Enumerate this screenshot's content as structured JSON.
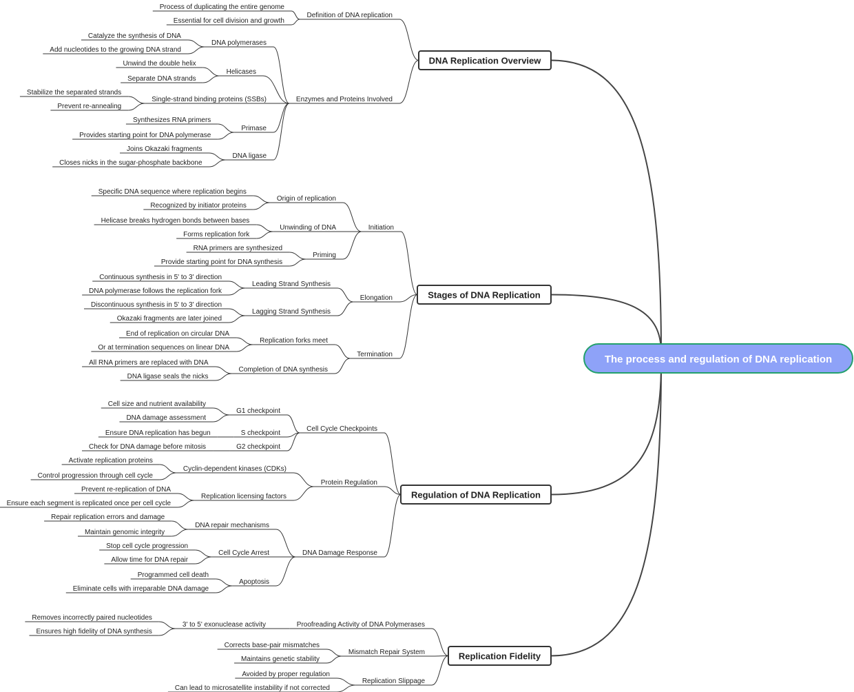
{
  "root": {
    "label": "The process and regulation of DNA replication",
    "fill": "#8ea2f8",
    "border": "#22a06b"
  },
  "branches": [
    {
      "label": "DNA Replication Overview",
      "children": [
        {
          "label": "Definition of DNA replication",
          "children": [
            {
              "label": "Process of duplicating the entire genome"
            },
            {
              "label": "Essential for cell division and growth"
            }
          ]
        },
        {
          "label": "Enzymes and Proteins Involved",
          "children": [
            {
              "label": "DNA polymerases",
              "children": [
                {
                  "label": "Catalyze the synthesis of DNA"
                },
                {
                  "label": "Add nucleotides to the growing DNA strand"
                }
              ]
            },
            {
              "label": "Helicases",
              "children": [
                {
                  "label": "Unwind the double helix"
                },
                {
                  "label": "Separate DNA strands"
                }
              ]
            },
            {
              "label": "Single-strand binding proteins (SSBs)",
              "children": [
                {
                  "label": "Stabilize the separated strands"
                },
                {
                  "label": "Prevent re-annealing"
                }
              ]
            },
            {
              "label": "Primase",
              "children": [
                {
                  "label": "Synthesizes RNA primers"
                },
                {
                  "label": "Provides starting point for DNA polymerase"
                }
              ]
            },
            {
              "label": "DNA ligase",
              "children": [
                {
                  "label": "Joins Okazaki fragments"
                },
                {
                  "label": "Closes nicks in the sugar-phosphate backbone"
                }
              ]
            }
          ]
        }
      ]
    },
    {
      "label": "Stages of DNA Replication",
      "children": [
        {
          "label": "Initiation",
          "children": [
            {
              "label": "Origin of replication",
              "children": [
                {
                  "label": "Specific DNA sequence where replication begins"
                },
                {
                  "label": "Recognized by initiator proteins"
                }
              ]
            },
            {
              "label": "Unwinding of DNA",
              "children": [
                {
                  "label": "Helicase breaks hydrogen bonds between bases"
                },
                {
                  "label": "Forms replication fork"
                }
              ]
            },
            {
              "label": "Priming",
              "children": [
                {
                  "label": "RNA primers are synthesized"
                },
                {
                  "label": "Provide starting point for DNA synthesis"
                }
              ]
            }
          ]
        },
        {
          "label": "Elongation",
          "children": [
            {
              "label": "Leading Strand Synthesis",
              "children": [
                {
                  "label": "Continuous synthesis in 5' to 3' direction"
                },
                {
                  "label": "DNA polymerase follows the replication fork"
                }
              ]
            },
            {
              "label": "Lagging Strand Synthesis",
              "children": [
                {
                  "label": "Discontinuous synthesis in 5' to 3' direction"
                },
                {
                  "label": "Okazaki fragments are later joined"
                }
              ]
            }
          ]
        },
        {
          "label": "Termination",
          "children": [
            {
              "label": "Replication forks meet",
              "children": [
                {
                  "label": "End of replication on circular DNA"
                },
                {
                  "label": "Or at termination sequences on linear DNA"
                }
              ]
            },
            {
              "label": "Completion of DNA synthesis",
              "children": [
                {
                  "label": "All RNA primers are replaced with DNA"
                },
                {
                  "label": "DNA ligase seals the nicks"
                }
              ]
            }
          ]
        }
      ]
    },
    {
      "label": "Regulation of DNA Replication",
      "children": [
        {
          "label": "Cell Cycle Checkpoints",
          "children": [
            {
              "label": "G1 checkpoint",
              "children": [
                {
                  "label": "Cell size and nutrient availability"
                },
                {
                  "label": "DNA damage assessment"
                }
              ]
            },
            {
              "label": "S checkpoint",
              "children": [
                {
                  "label": "Ensure DNA replication has begun"
                }
              ]
            },
            {
              "label": "G2 checkpoint",
              "children": [
                {
                  "label": "Check for DNA damage before mitosis"
                }
              ]
            }
          ]
        },
        {
          "label": "Protein Regulation",
          "children": [
            {
              "label": "Cyclin-dependent kinases (CDKs)",
              "children": [
                {
                  "label": "Activate replication proteins"
                },
                {
                  "label": "Control progression through cell cycle"
                }
              ]
            },
            {
              "label": "Replication licensing factors",
              "children": [
                {
                  "label": "Prevent re-replication of DNA"
                },
                {
                  "label": "Ensure each segment is replicated once per cell cycle"
                }
              ]
            }
          ]
        },
        {
          "label": "DNA Damage Response",
          "children": [
            {
              "label": "DNA repair mechanisms",
              "children": [
                {
                  "label": "Repair replication errors and damage"
                },
                {
                  "label": "Maintain genomic integrity"
                }
              ]
            },
            {
              "label": "Cell Cycle Arrest",
              "children": [
                {
                  "label": "Stop cell cycle progression"
                },
                {
                  "label": "Allow time for DNA repair"
                }
              ]
            },
            {
              "label": "Apoptosis",
              "children": [
                {
                  "label": "Programmed cell death"
                },
                {
                  "label": "Eliminate cells with irreparable DNA damage"
                }
              ]
            }
          ]
        }
      ]
    },
    {
      "label": "Replication Fidelity",
      "children": [
        {
          "label": "Proofreading Activity of DNA Polymerases",
          "children": [
            {
              "label": "3' to 5' exonuclease activity",
              "children": [
                {
                  "label": "Removes incorrectly paired nucleotides"
                },
                {
                  "label": "Ensures high fidelity of DNA synthesis"
                }
              ]
            }
          ]
        },
        {
          "label": "Mismatch Repair System",
          "children": [
            {
              "label": "Corrects base-pair mismatches"
            },
            {
              "label": "Maintains genetic stability"
            }
          ]
        },
        {
          "label": "Replication Slippage",
          "children": [
            {
              "label": "Avoided by proper regulation"
            },
            {
              "label": "Can lead to microsatellite instability if not corrected"
            }
          ]
        }
      ]
    }
  ]
}
